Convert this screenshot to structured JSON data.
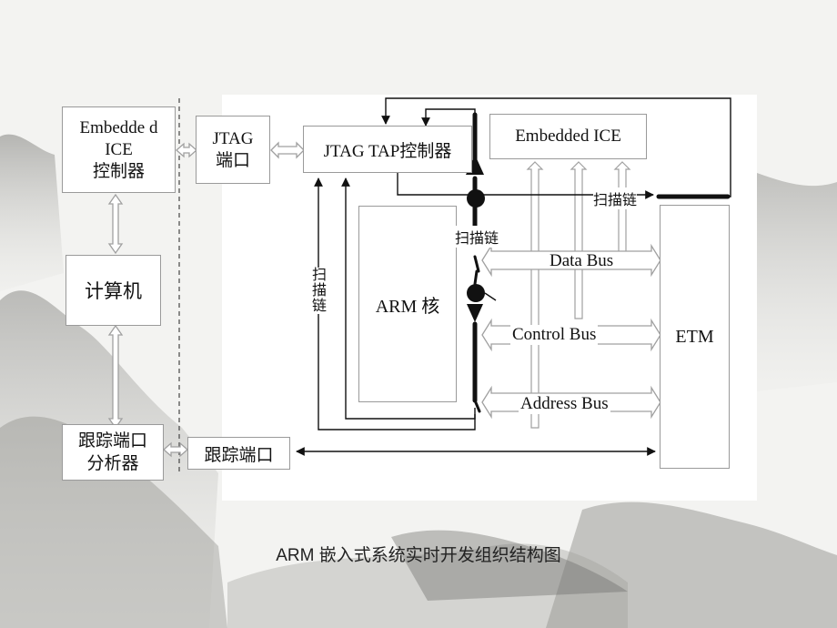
{
  "diagram": {
    "embedded_ice_controller": "Embedde d\nICE\n控制器",
    "computer": "计算机",
    "trace_port_analyzer": "跟踪端口\n分析器",
    "jtag_port": "JTAG\n端口",
    "trace_port": "跟踪端口",
    "jtag_tap_controller": "JTAG TAP控制器",
    "embedded_ice": "Embedded ICE",
    "arm_core": "ARM 核",
    "etm": "ETM",
    "data_bus": "Data Bus",
    "control_bus": "Control Bus",
    "address_bus": "Address Bus",
    "scan_chain_top": "扫描链",
    "scan_chain_mid": "扫描链",
    "scan_chain_vertical": "扫描链"
  },
  "caption": "ARM 嵌入式系统实时开发组织结构图",
  "colors": {
    "line": "#111111",
    "hollow_arrow": "#a0a0a0",
    "box_border": "#9a9a9a",
    "mountain_ink": "#8c8c88"
  }
}
